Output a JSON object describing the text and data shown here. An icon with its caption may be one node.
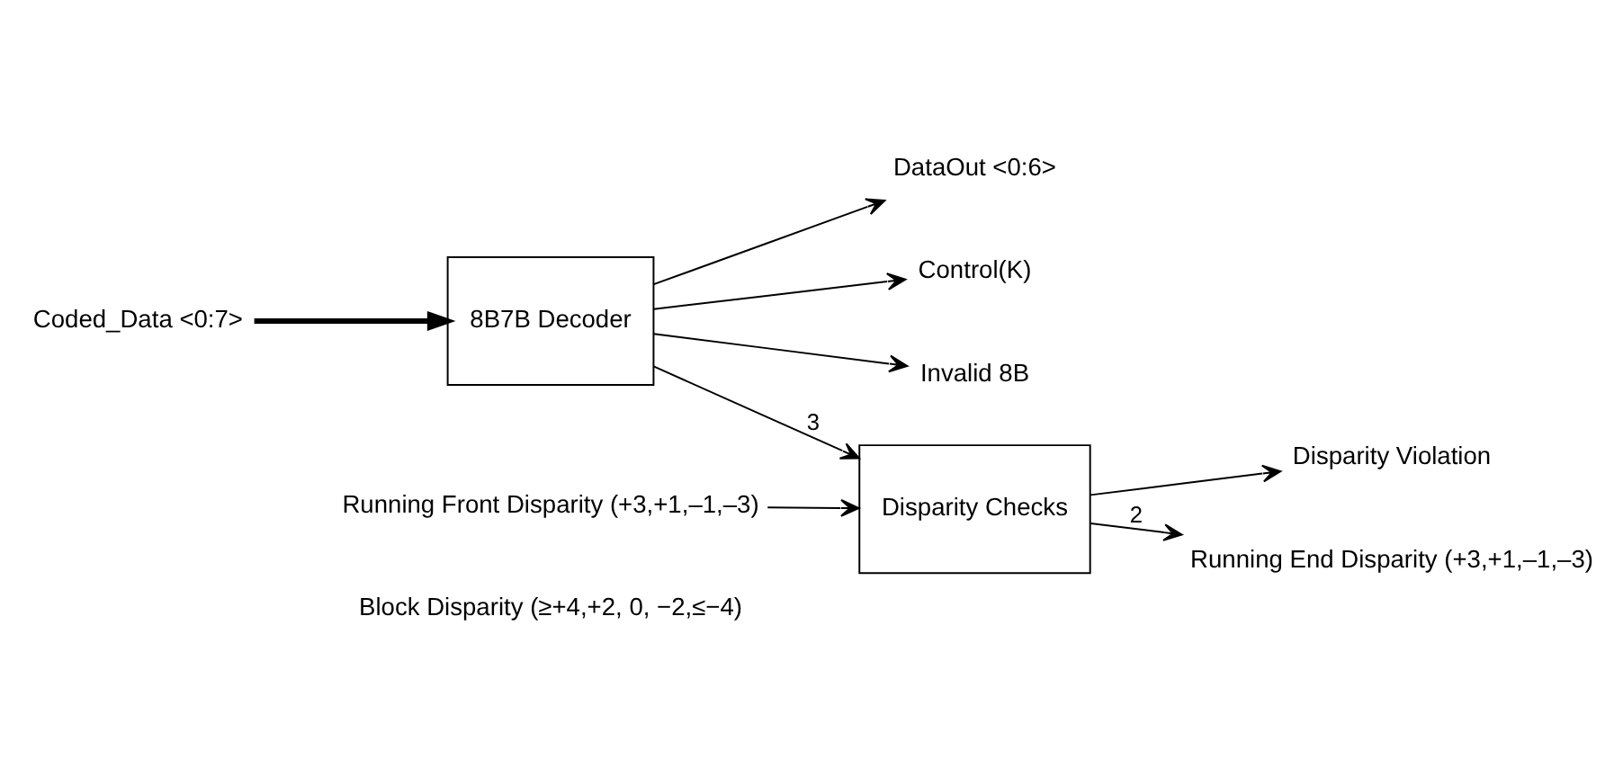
{
  "diagram": {
    "nodes": [
      {
        "text": [
          "Coded_Data <0:7>"
        ]
      },
      {
        "text": [
          "8B7B Decoder"
        ]
      },
      {
        "text": [
          "DataOut <0:6>"
        ]
      },
      {
        "text": [
          "Control(K)"
        ]
      },
      {
        "text": [
          "Invalid 8B"
        ]
      },
      {
        "text": [
          "Disparity Checks"
        ]
      },
      {
        "text": [
          "Disparity Violation"
        ]
      },
      {
        "text": [
          "Running End Disparity (+3,+1,–1,–3)"
        ]
      },
      {
        "text": [
          "Running Front Disparity (+3,+1,–1,–3)"
        ]
      }
    ],
    "edges": [
      {
        "from": 0,
        "to": 1,
        "arrow": "to",
        "style": "thick"
      },
      {
        "from": 1,
        "to": 2,
        "arrow": "to"
      },
      {
        "from": 1,
        "to": 3,
        "arrow": "to"
      },
      {
        "from": 1,
        "to": 4,
        "arrow": "to"
      },
      {
        "from": 1,
        "to": 5,
        "arrow": "to",
        "label": "3"
      },
      {
        "from": 5,
        "to": 6,
        "arrow": "to"
      },
      {
        "from": 5,
        "to": 7,
        "arrow": "to",
        "label": "2"
      },
      {
        "from": 8,
        "to": 5,
        "arrow": "to"
      }
    ],
    "labels": [
      "Block Disparity (≥+4,+2, 0, −2,≤−4)"
    ]
  }
}
